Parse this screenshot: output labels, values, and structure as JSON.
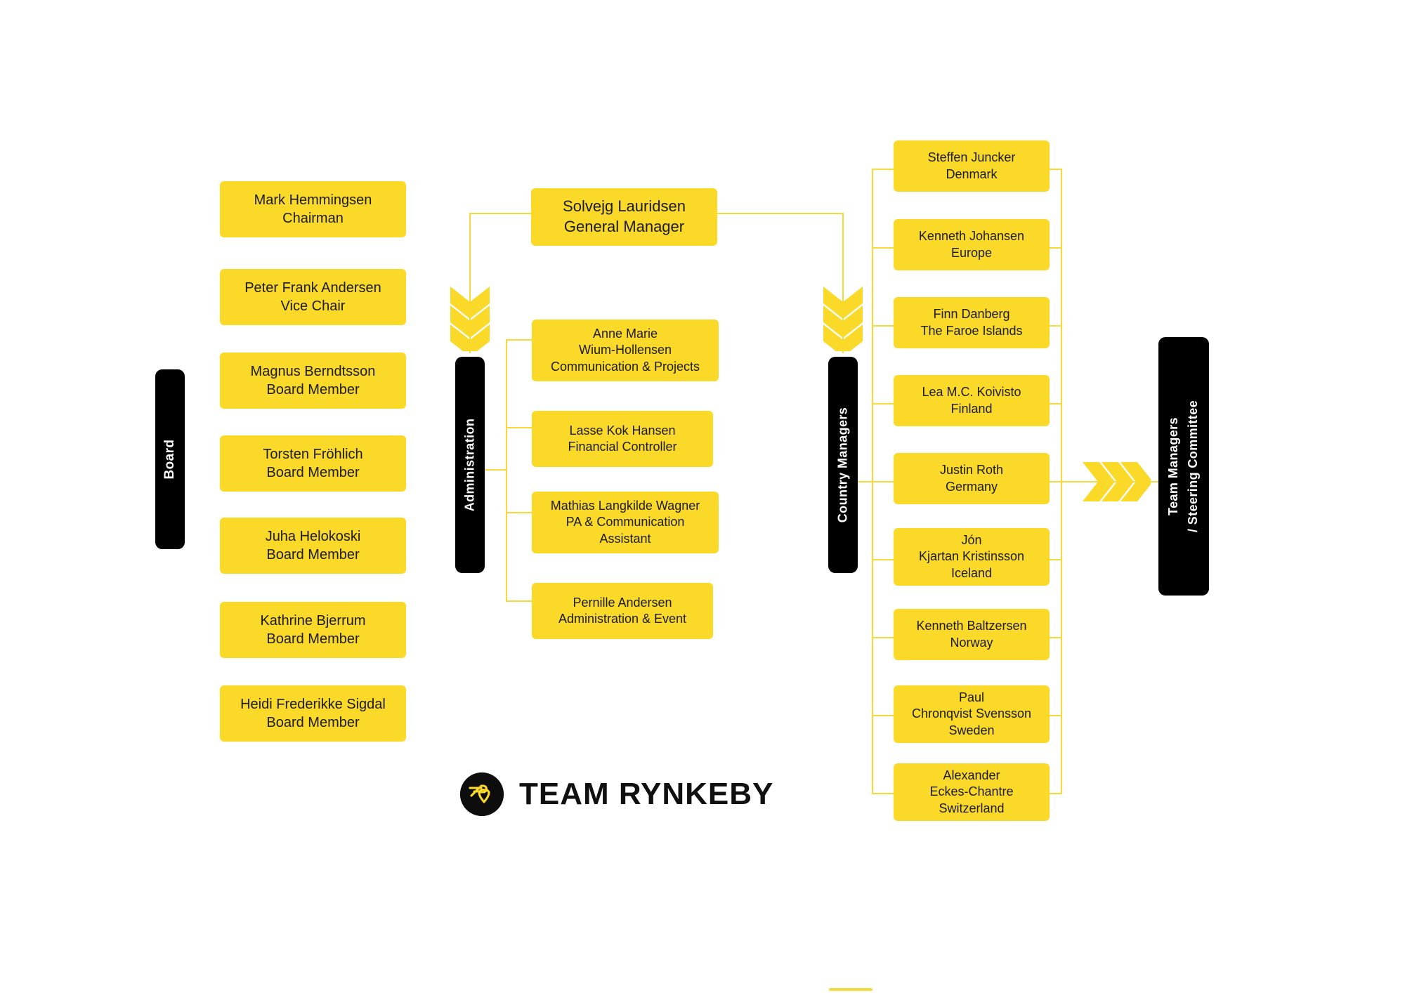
{
  "colors": {
    "yellow": "#FBD929",
    "line": "#F7D93C",
    "black": "#000000",
    "text": "#1b1b1b"
  },
  "logo": {
    "wordmark": "TEAM RYNKEBY",
    "icon": "cyclist-heart-icon"
  },
  "groups": {
    "board_label": "Board",
    "administration_label": "Administration",
    "country_managers_label": "Country Managers",
    "team_managers_label_line1": "Team  Managers",
    "team_managers_label_line2": "/ Steering Committee"
  },
  "board": {
    "members": [
      {
        "name": "Mark Hemmingsen",
        "role": "Chairman"
      },
      {
        "name": "Peter Frank Andersen",
        "role": "Vice Chair"
      },
      {
        "name": "Magnus Berndtsson",
        "role": "Board Member"
      },
      {
        "name": "Torsten Fröhlich",
        "role": "Board Member"
      },
      {
        "name": "Juha Helokoski",
        "role": "Board Member"
      },
      {
        "name": "Kathrine Bjerrum",
        "role": "Board Member"
      },
      {
        "name": "Heidi Frederikke Sigdal",
        "role": "Board Member"
      }
    ]
  },
  "general_manager": {
    "name": "Solvejg Lauridsen",
    "role": "General Manager"
  },
  "administration": {
    "staff": [
      {
        "l1": "Anne Marie",
        "l2": "Wium-Hollensen",
        "l3": "Communication & Projects"
      },
      {
        "l1": "Lasse Kok Hansen",
        "l2": "Financial Controller",
        "l3": ""
      },
      {
        "l1": "Mathias Langkilde Wagner",
        "l2": "PA & Communication",
        "l3": "Assistant"
      },
      {
        "l1": "Pernille Andersen",
        "l2": "Administration & Event",
        "l3": ""
      }
    ]
  },
  "country_managers": {
    "managers": [
      {
        "l1": "Steffen Juncker",
        "l2": "Denmark",
        "l3": ""
      },
      {
        "l1": "Kenneth Johansen",
        "l2": "Europe",
        "l3": ""
      },
      {
        "l1": "Finn Danberg",
        "l2": "The Faroe Islands",
        "l3": ""
      },
      {
        "l1": "Lea M.C. Koivisto",
        "l2": "Finland",
        "l3": ""
      },
      {
        "l1": "Justin Roth",
        "l2": "Germany",
        "l3": ""
      },
      {
        "l1": "Jón",
        "l2": "Kjartan Kristinsson",
        "l3": "Iceland"
      },
      {
        "l1": "Kenneth Baltzersen",
        "l2": "Norway",
        "l3": ""
      },
      {
        "l1": "Paul",
        "l2": "Chronqvist Svensson",
        "l3": "Sweden"
      },
      {
        "l1": "Alexander",
        "l2": "Eckes-Chantre",
        "l3": "Switzerland"
      }
    ]
  }
}
